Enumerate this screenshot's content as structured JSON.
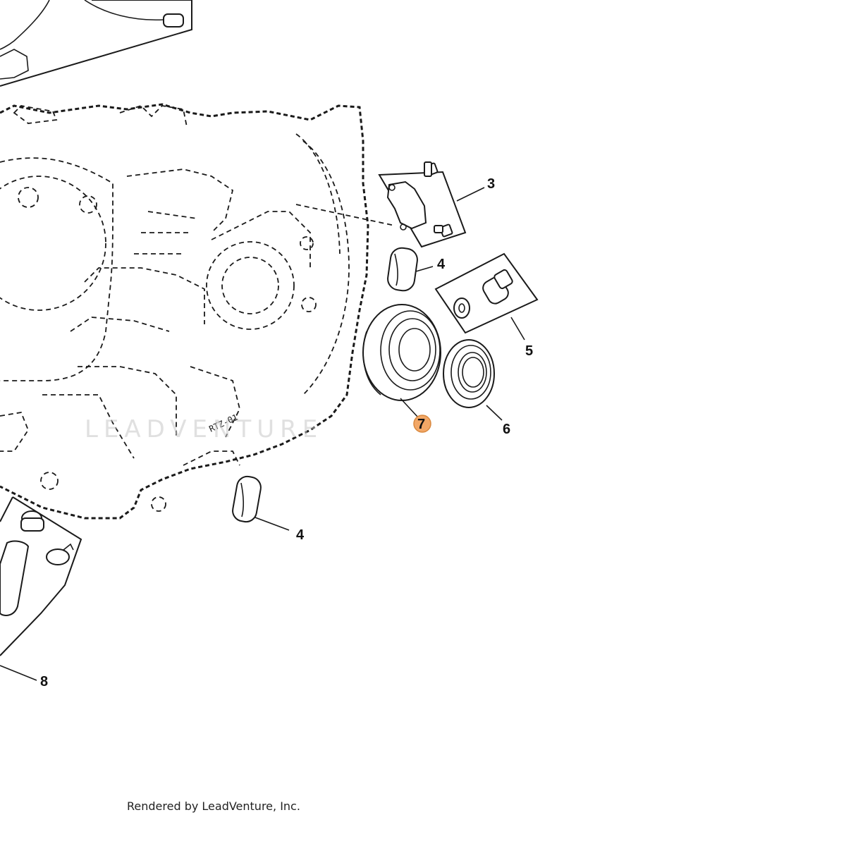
{
  "diagram": {
    "watermark_text": "LEADVENTURE",
    "footer_text": "Rendered by LeadVenture, Inc.",
    "highlight_color": "#f2a766",
    "callouts": [
      {
        "id": "3",
        "label": "3"
      },
      {
        "id": "4a",
        "label": "4"
      },
      {
        "id": "5",
        "label": "5"
      },
      {
        "id": "6",
        "label": "6"
      },
      {
        "id": "7",
        "label": "7",
        "highlighted": true
      },
      {
        "id": "4b",
        "label": "4"
      },
      {
        "id": "8",
        "label": "8"
      }
    ]
  }
}
